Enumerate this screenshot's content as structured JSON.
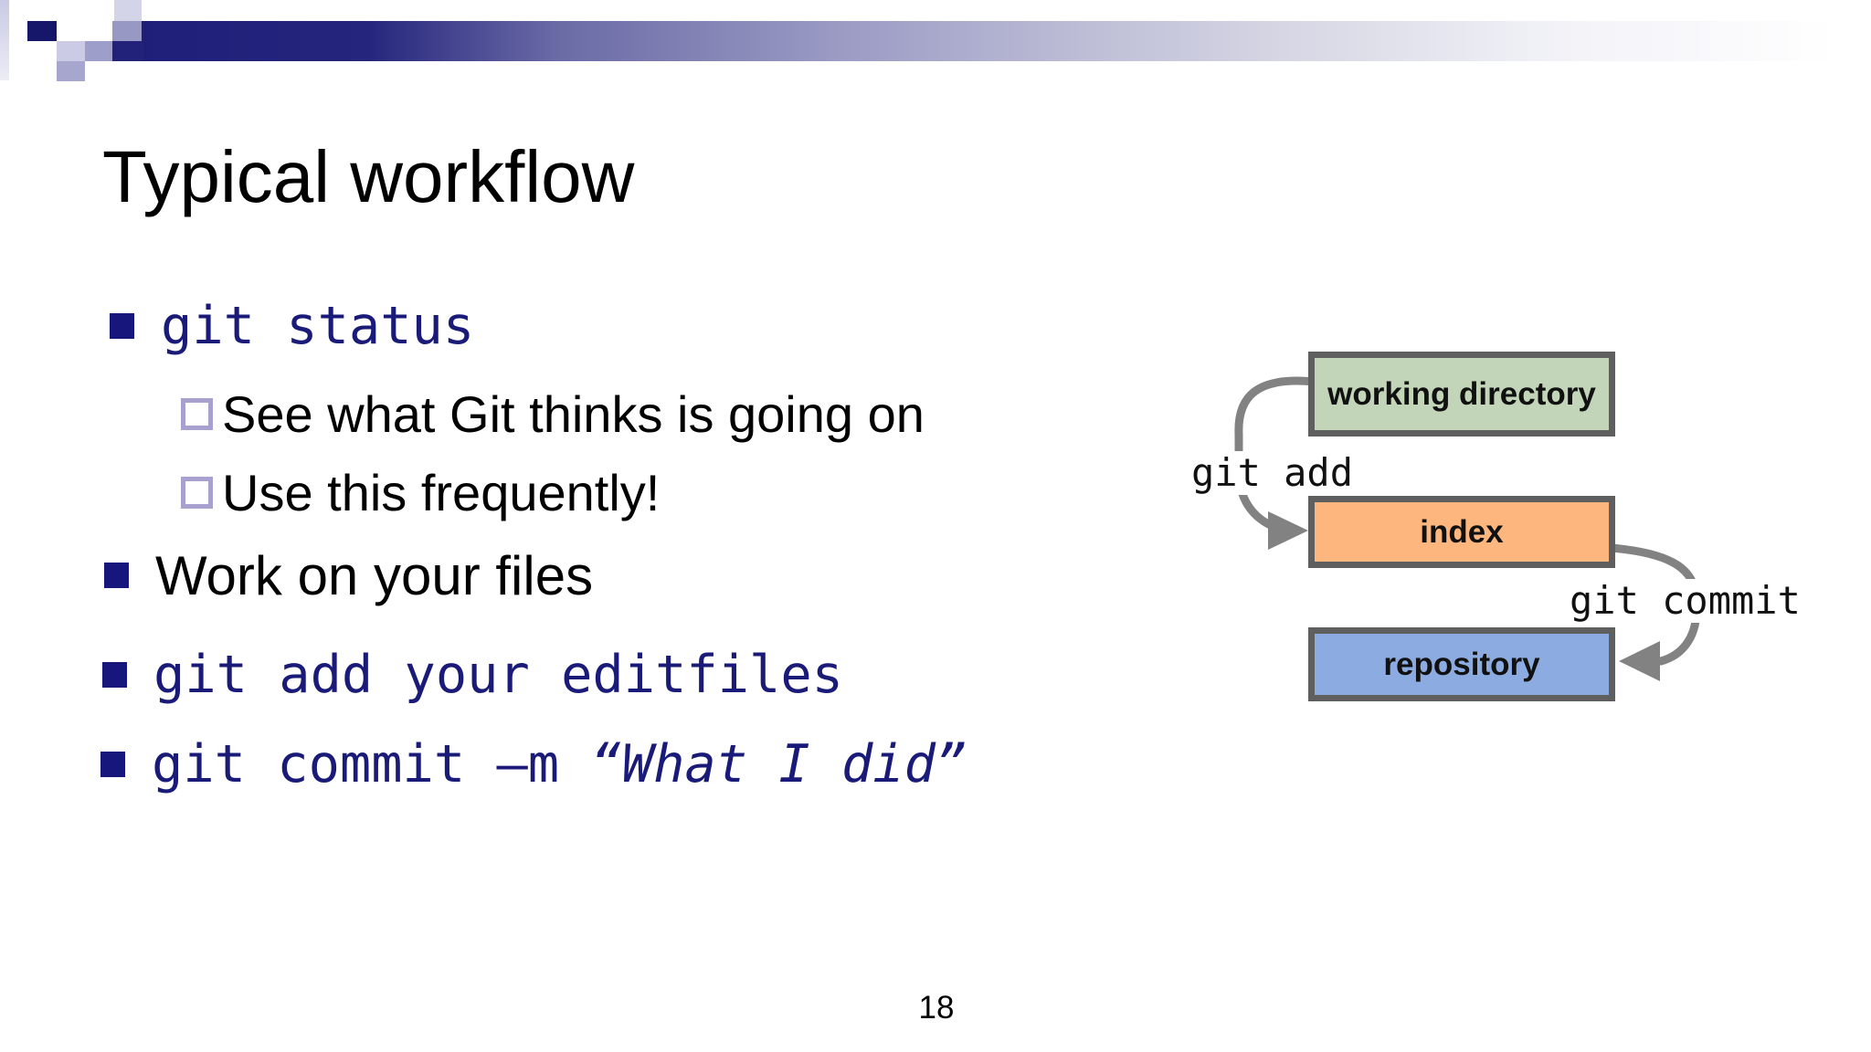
{
  "slide": {
    "title": "Typical workflow",
    "page_number": "18"
  },
  "bullets": {
    "git_status": "git status",
    "sub_see": "See what Git thinks is going on",
    "sub_use": "Use this frequently!",
    "work": "Work on your files",
    "git_add": "git add your editfiles",
    "git_commit_code": "git commit –m ",
    "git_commit_italic": "“What I did”"
  },
  "diagram": {
    "working_directory": {
      "label": "working directory",
      "fill": "#c2d5b8"
    },
    "index": {
      "label": "index",
      "fill": "#fcb67e"
    },
    "repository": {
      "label": "repository",
      "fill": "#8cabe0"
    },
    "git_add_label": "git add",
    "git_commit_label": "git commit",
    "box_border_color": "#5f5f5f",
    "arrow_color": "#828282"
  },
  "theme": {
    "accent_navy_text": "#1a1a78",
    "bullet_square_navy": "#16167c",
    "sub_bullet_border": "#a8a1cf",
    "header_bar_dark": "#1f1f7a"
  }
}
